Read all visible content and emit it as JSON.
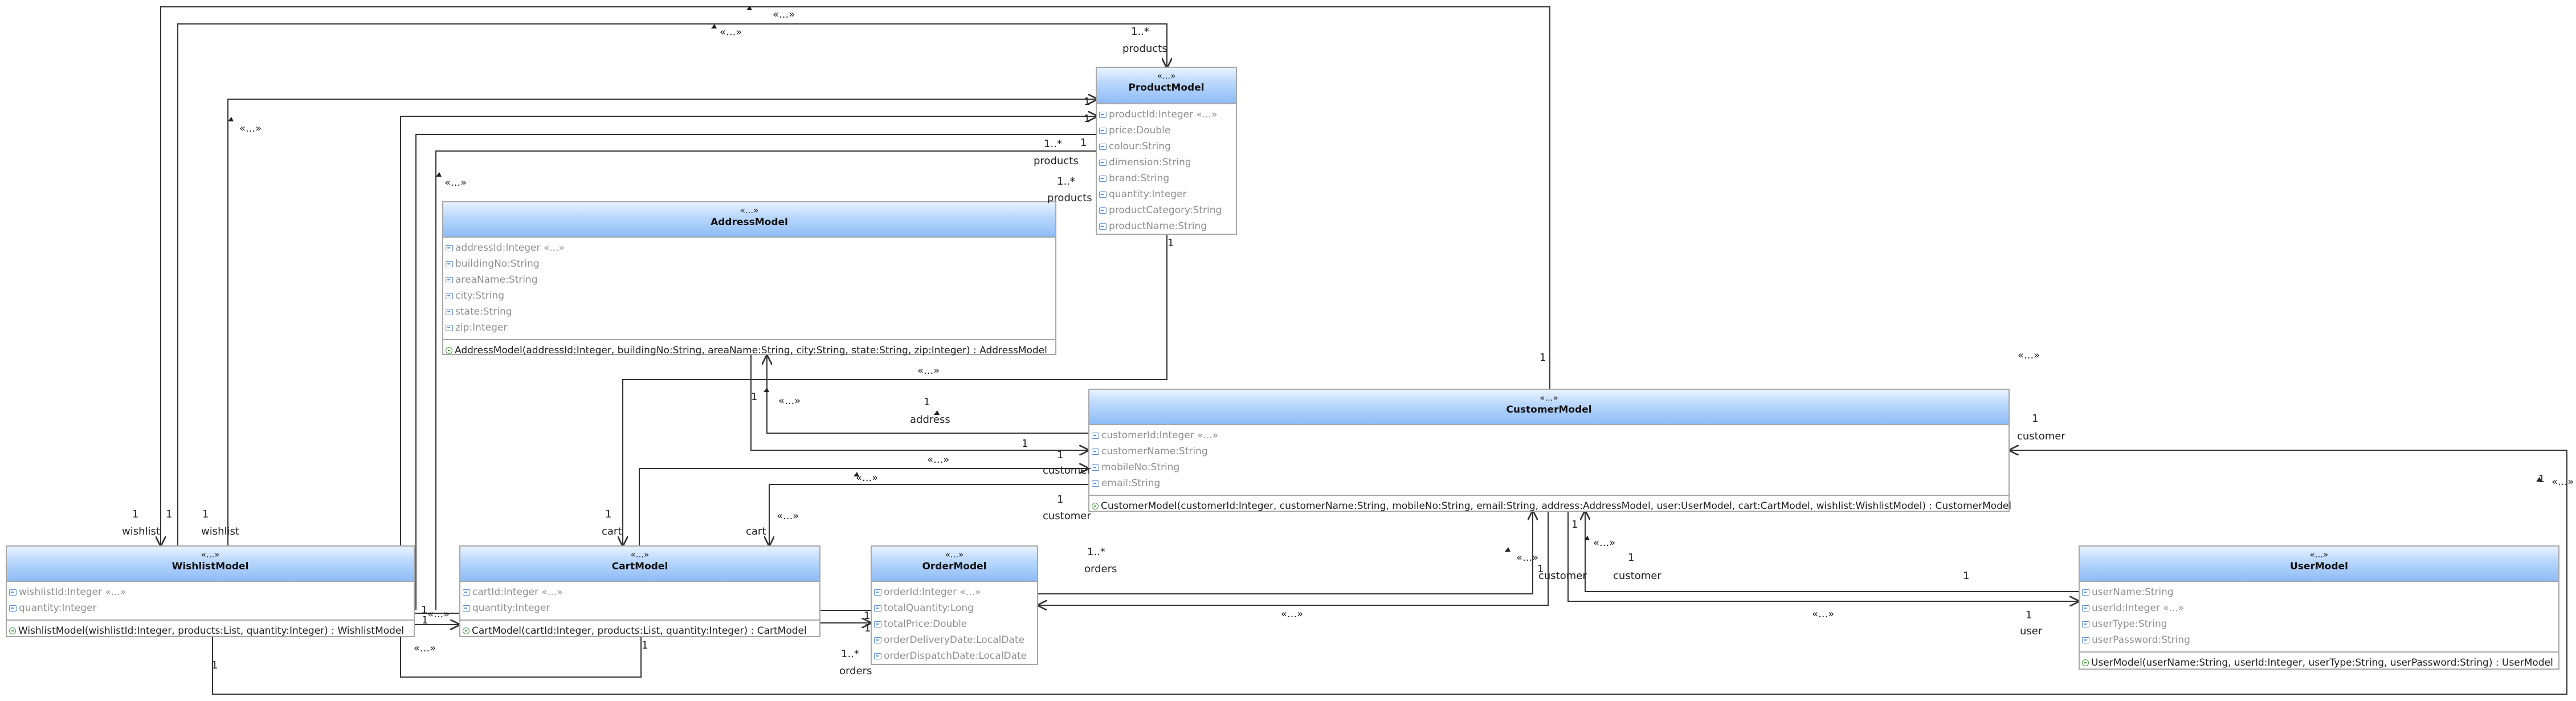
{
  "diagram": {
    "classes": {
      "product": {
        "stereotype": "«...»",
        "name": "ProductModel",
        "attributes": [
          "productId:Integer «...»",
          "price:Double",
          "colour:String",
          "dimension:String",
          "brand:String",
          "quantity:Integer",
          "productCategory:String",
          "productName:String"
        ],
        "operations": []
      },
      "address": {
        "stereotype": "«...»",
        "name": "AddressModel",
        "attributes": [
          "addressId:Integer «...»",
          "buildingNo:String",
          "areaName:String",
          "city:String",
          "state:String",
          "zip:Integer"
        ],
        "operations": [
          "AddressModel(addressId:Integer, buildingNo:String, areaName:String, city:String, state:String, zip:Integer) : AddressModel"
        ]
      },
      "customer": {
        "stereotype": "«...»",
        "name": "CustomerModel",
        "attributes": [
          "customerId:Integer «...»",
          "customerName:String",
          "mobileNo:String",
          "email:String"
        ],
        "operations": [
          "CustomerModel(customerId:Integer, customerName:String, mobileNo:String, email:String, address:AddressModel, user:UserModel, cart:CartModel, wishlist:WishlistModel) : CustomerModel"
        ]
      },
      "wishlist": {
        "stereotype": "«...»",
        "name": "WishlistModel",
        "attributes": [
          "wishlistId:Integer «...»",
          "quantity:Integer"
        ],
        "operations": [
          "WishlistModel(wishlistId:Integer, products:List, quantity:Integer) : WishlistModel"
        ]
      },
      "cart": {
        "stereotype": "«...»",
        "name": "CartModel",
        "attributes": [
          "cartId:Integer «...»",
          "quantity:Integer"
        ],
        "operations": [
          "CartModel(cartId:Integer, products:List, quantity:Integer) : CartModel"
        ]
      },
      "order": {
        "stereotype": "«...»",
        "name": "OrderModel",
        "attributes": [
          "orderId:Integer «...»",
          "totalQuantity:Long",
          "totalPrice:Double",
          "orderDeliveryDate:LocalDate",
          "orderDispatchDate:LocalDate"
        ],
        "operations": []
      },
      "user": {
        "stereotype": "«...»",
        "name": "UserModel",
        "attributes": [
          "userName:String",
          "userId:Integer «...»",
          "userType:String",
          "userPassword:String"
        ],
        "operations": [
          "UserModel(userName:String, userId:Integer, userType:String, userPassword:String) : UserModel"
        ]
      }
    },
    "labels": {
      "l01": "«...»",
      "l02": "1..*",
      "l03": "products",
      "l04": "«...»",
      "l05": "1",
      "l06": "«...»",
      "l07": "1",
      "l08": "1",
      "l09": "«...»",
      "l10": "1..*",
      "l11": "products",
      "l12": "1..*",
      "l13": "products",
      "l14": "1",
      "l15": "1",
      "l16": "«...»",
      "l17": "«...»",
      "l18": "1",
      "l19": "address",
      "l20": "1",
      "l21": "1",
      "l22": "«...»",
      "l23": "customer",
      "l24": "1",
      "l25": "customer",
      "l26": "«...»",
      "l27": "«...»",
      "l28": "1",
      "l29": "«...»",
      "l30": "1",
      "l31": "customer",
      "l32": "1",
      "l33": "1",
      "l34": "wishlist",
      "l35": "1",
      "l36": "wishlist",
      "l37": "1",
      "l38": "cart",
      "l39": "1",
      "l40": "cart",
      "l41": "1..*",
      "l42": "orders",
      "l43": "«...»",
      "l44": "1",
      "l45": "customer",
      "l46": "«...»",
      "l47": "1",
      "l48": "customer",
      "l49": "1",
      "l50": "«...»",
      "l51": "1",
      "l52": "«...»",
      "l53": "1",
      "l54": "user",
      "l55": "«...»",
      "l56": "«...»",
      "l57": "«...»",
      "l58": "1",
      "l59": "1",
      "l60": "1",
      "l61": "1..*",
      "l62": "orders",
      "l63": "1",
      "l64": "1",
      "l65": "1"
    }
  }
}
